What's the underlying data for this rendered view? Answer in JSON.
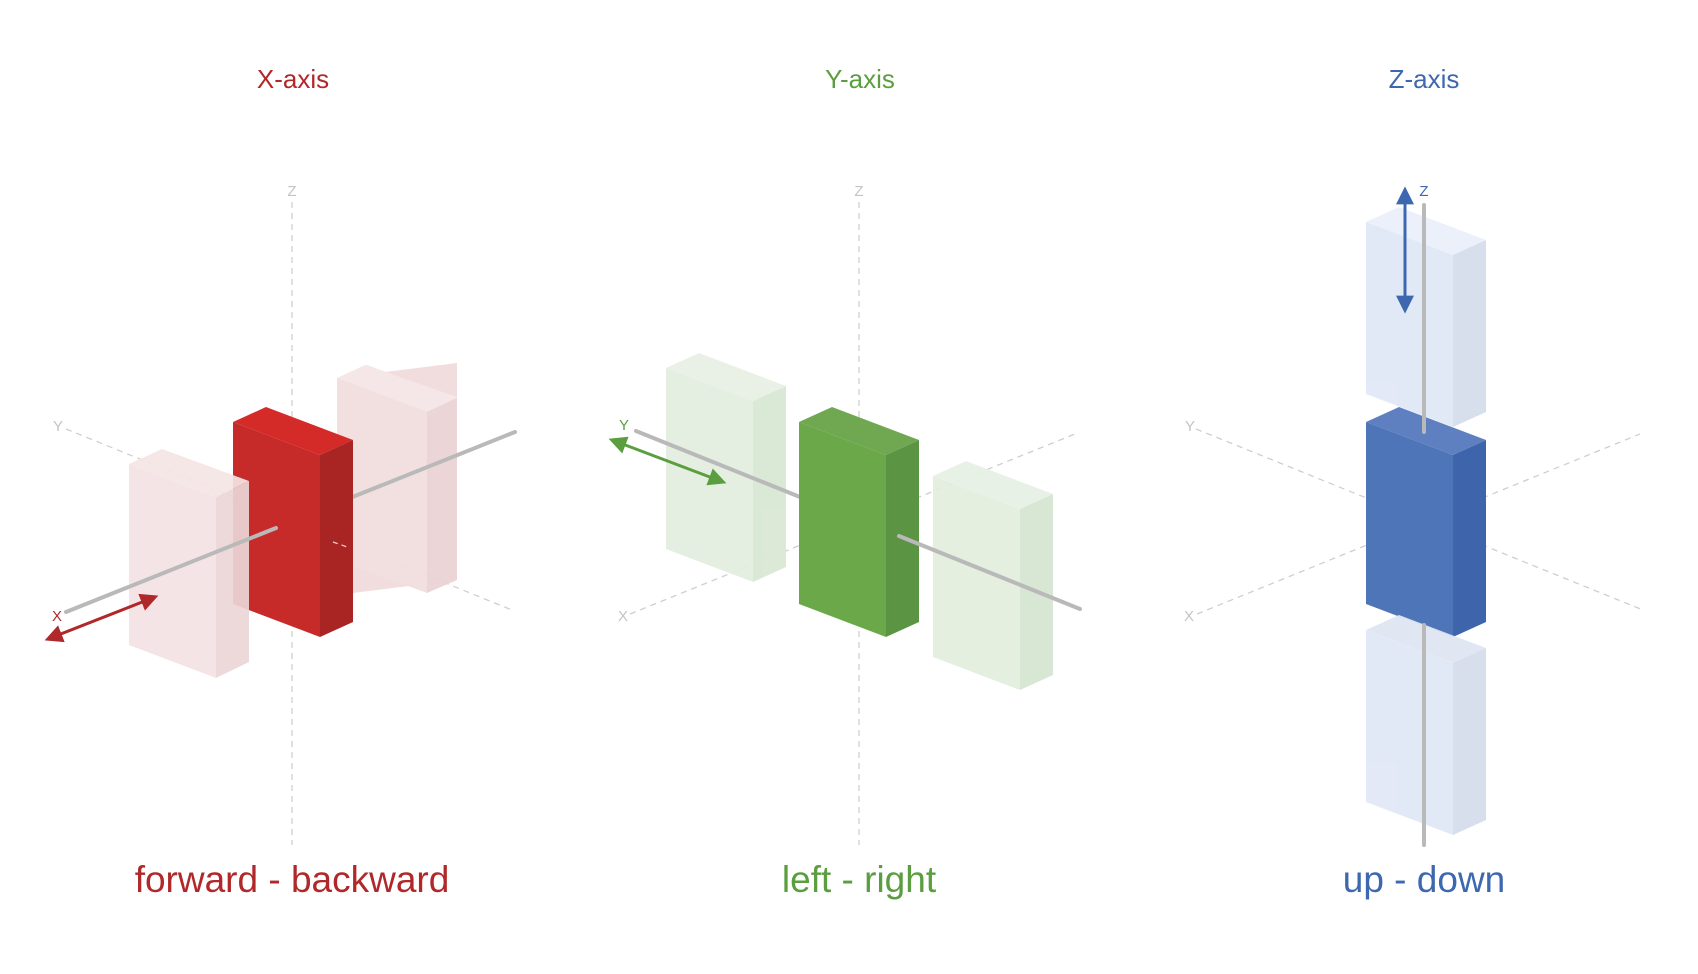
{
  "colors": {
    "x_accent": "#b0282a",
    "y_accent": "#5a9e3f",
    "z_accent": "#3d68b0",
    "guide": "#c8c8c8",
    "rod": "#b9b9b9"
  },
  "panels": [
    {
      "id": "x",
      "title": "X-axis",
      "caption": "forward - backward",
      "labels": {
        "z": "Z",
        "y": "Y",
        "x": "X"
      }
    },
    {
      "id": "y",
      "title": "Y-axis",
      "caption": "left - right",
      "labels": {
        "z": "Z",
        "y": "Y",
        "x": "X"
      }
    },
    {
      "id": "z",
      "title": "Z-axis",
      "caption": "up - down",
      "labels": {
        "z": "Z",
        "y": "Y",
        "x": "X"
      }
    }
  ],
  "icons": {
    "x_motion": "double-arrow-icon",
    "y_motion": "double-arrow-icon",
    "z_motion": "double-arrow-icon"
  }
}
